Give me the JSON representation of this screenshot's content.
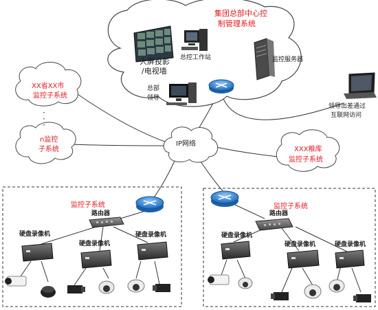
{
  "hq": {
    "title_line1": "集团总部中心控",
    "title_line2": "制管理系统",
    "display_wall_line1": "大屏投影",
    "display_wall_line2": "/电视墙",
    "workstation": "总控工作站",
    "monitor_server": "监控服务器",
    "leader_line1": "总部",
    "leader_line2": "领导"
  },
  "network": {
    "ip_label": "IP网络",
    "remote_line1": "领导出差通过",
    "remote_line2": "互联网访问"
  },
  "subsystems": {
    "xx_province_line1": "XX省XX市",
    "xx_province_line2": "监控子系统",
    "dots": "·\n·\n·",
    "n_line1": "n监控",
    "n_line2": "子系统",
    "xxx_warehouse_line1": "XXX粮库",
    "xxx_warehouse_line2": "监控子系统"
  },
  "site_left": {
    "title": "监控子系统",
    "router": "路由器",
    "dvr1": "硬盘录像机",
    "dvr2": "硬盘录像机",
    "dvr3": "硬盘录像机"
  },
  "site_right": {
    "title": "监控子系统",
    "router": "路由器",
    "dvr1": "硬盘录像机",
    "dvr2": "硬盘录像机",
    "dvr3": "硬盘录像机"
  },
  "colors": {
    "red_text": "#e0191e",
    "router_blue": "#3f8fd6",
    "cloud_stroke": "#444444"
  }
}
